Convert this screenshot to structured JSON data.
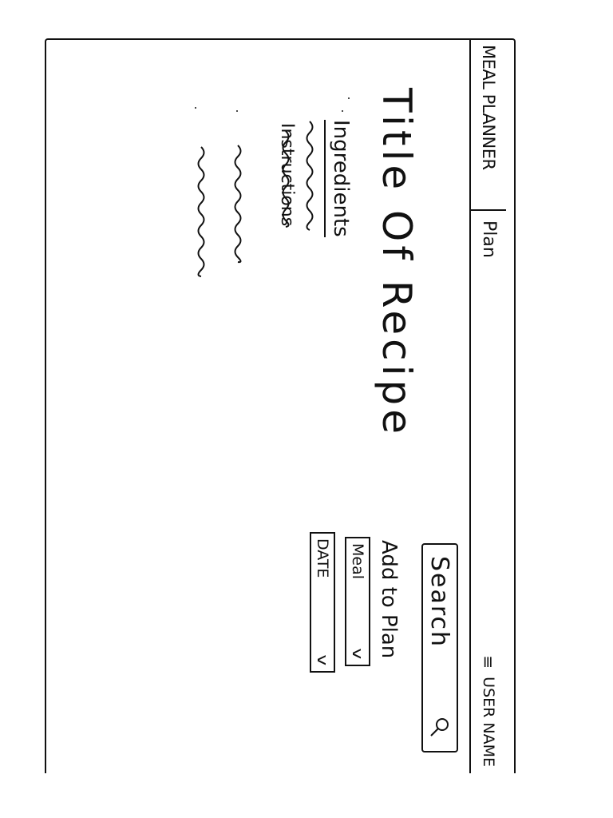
{
  "header": {
    "brand": "MEAL PLANNER",
    "nav_plan": "Plan",
    "menu_icon": "hamburger-icon",
    "user_name": "USER NAME"
  },
  "recipe": {
    "title": "Title Of Recipe",
    "ingredients_label": "Ingredients",
    "instructions_label": "Instructions"
  },
  "sidebar": {
    "search_label": "Search",
    "search_icon": "magnifier-icon",
    "add_to_plan_label": "Add to Plan",
    "meal_select": {
      "value": "Meal"
    },
    "date_select": {
      "value": "DATE"
    }
  }
}
